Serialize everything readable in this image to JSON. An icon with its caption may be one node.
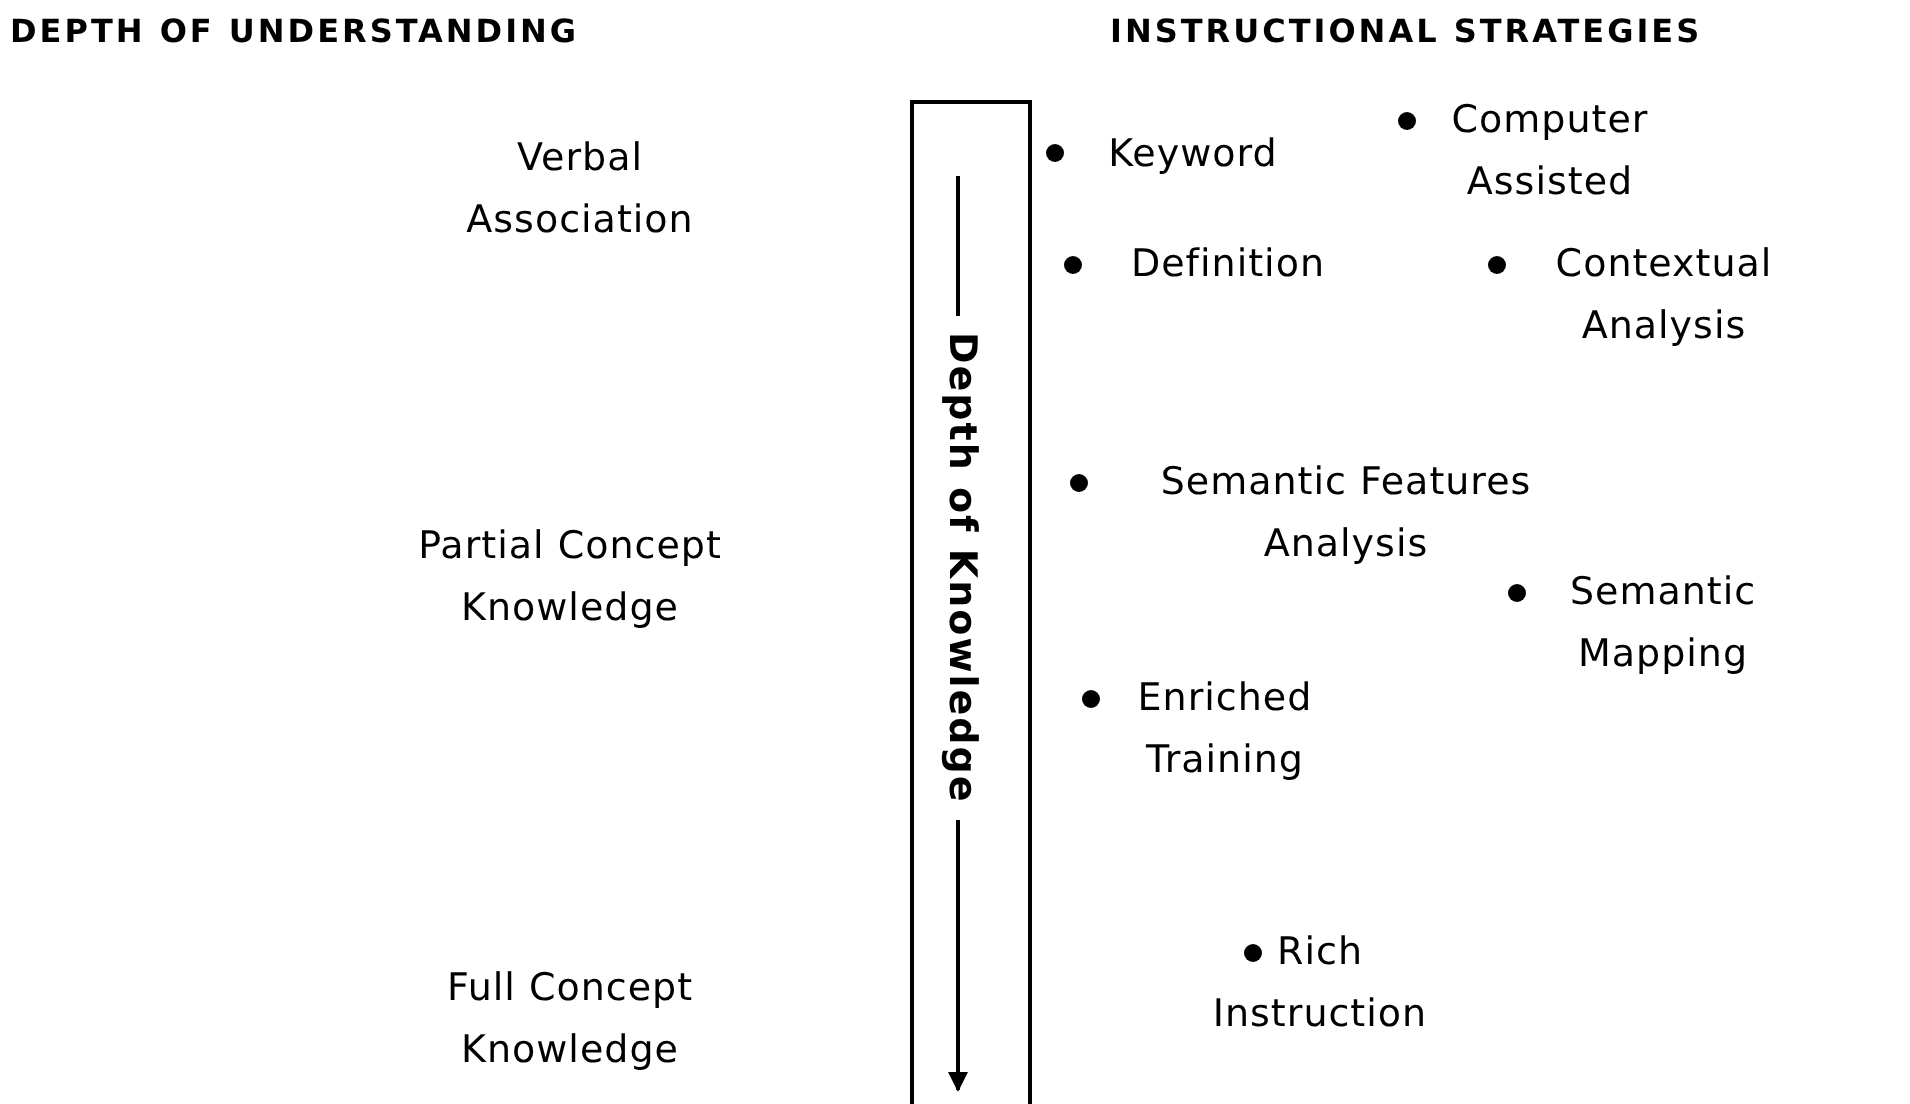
{
  "diagram": {
    "nodes": [
      {
        "text": [
          "Depth of Knowledge"
        ]
      }
    ],
    "labels": [
      "DEPTH OF UNDERSTANDING",
      "INSTRUCTIONAL STRATEGIES",
      "Verbal Association",
      "Keyword",
      "Computer Assisted",
      "Definition",
      "Contextual Analysis",
      "Semantic Features Analysis",
      "Partial Concept Knowledge",
      "Semantic Mapping",
      "Enriched Training",
      "Full Concept Knowledge",
      "Rich Instruction"
    ]
  }
}
